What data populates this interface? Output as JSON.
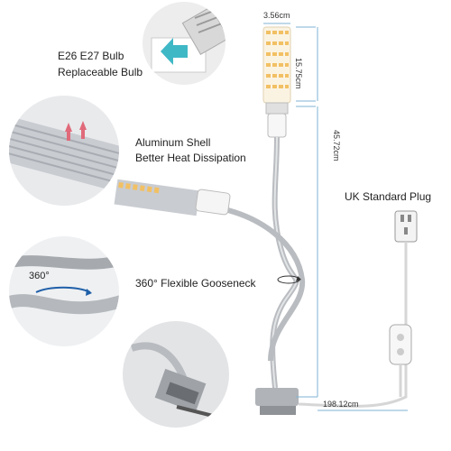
{
  "labels": {
    "bulb_line1": "E26 E27 Bulb",
    "bulb_line2": "Replaceable Bulb",
    "shell_line1": "Aluminum Shell",
    "shell_line2": "Better Heat Dissipation",
    "gooseneck": "360° Flexible Gooseneck",
    "plug": "UK Standard Plug",
    "rotate_badge": "360°"
  },
  "dimensions": {
    "bulb_width": "3.56cm",
    "bulb_height": "15.75cm",
    "neck_length": "45.72cm",
    "cable_length": "198.12cm"
  },
  "colors": {
    "accent_cyan": "#3fb8c6",
    "led_yellow": "#f2c064",
    "metal": "#c9ccd1",
    "dim_line": "#7fb3d5"
  }
}
